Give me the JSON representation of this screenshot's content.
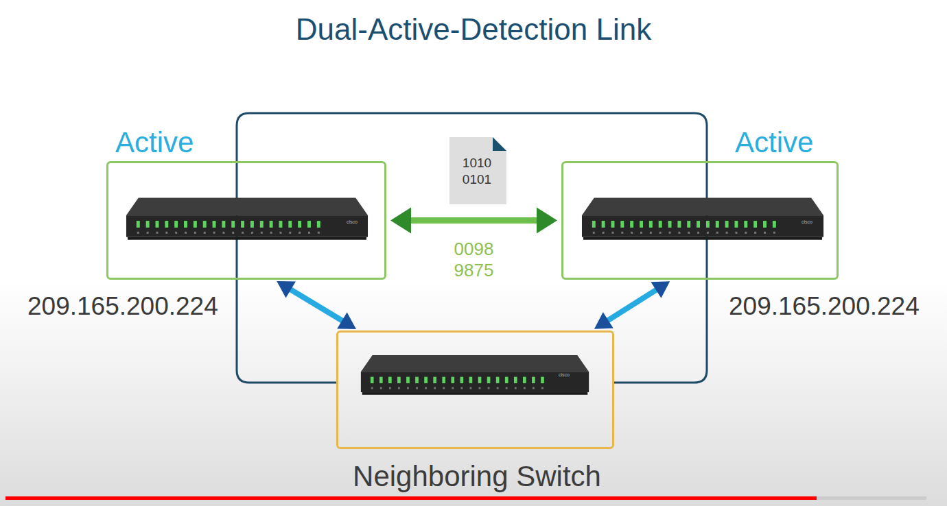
{
  "diagram": {
    "title": "Dual-Active-Detection Link",
    "nodes": [
      {
        "text": [
          "Active"
        ]
      },
      {
        "text": [
          "Active"
        ]
      },
      {
        "text": [
          "Neighboring Switch"
        ]
      }
    ],
    "edges": [
      {
        "from": 0,
        "to": 1,
        "arrow": "both",
        "label": "0098 9875"
      },
      {
        "from": 0,
        "to": 2,
        "arrow": "both"
      },
      {
        "from": 1,
        "to": 2,
        "arrow": "both"
      }
    ],
    "labels": [
      "209.165.200.224",
      "209.165.200.224",
      "1010 0101",
      "cisco",
      "cisco",
      "cisco"
    ]
  }
}
